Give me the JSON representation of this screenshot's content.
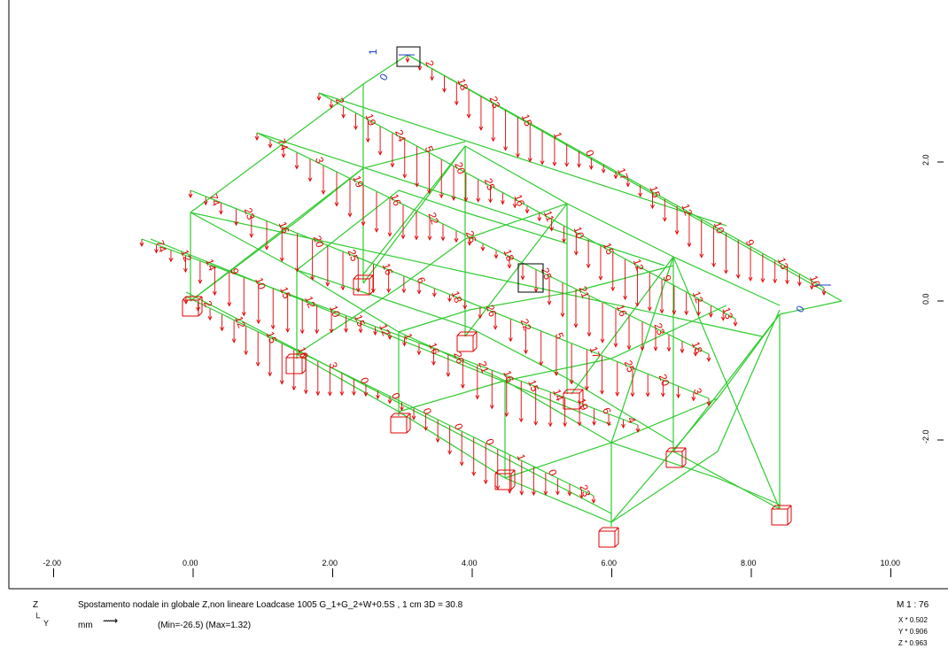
{
  "x_axis": {
    "ticks": [
      {
        "label": "-2.00",
        "value": -2
      },
      {
        "label": "0.00",
        "value": 0
      },
      {
        "label": "2.00",
        "value": 2
      },
      {
        "label": "4.00",
        "value": 4
      },
      {
        "label": "6.00",
        "value": 6
      },
      {
        "label": "8.00",
        "value": 8
      },
      {
        "label": "10.00",
        "value": 10
      }
    ]
  },
  "y_axis": {
    "ticks": [
      "2.0",
      "0.0",
      "-2.0"
    ]
  },
  "colors": {
    "frame": "#2ecc2e",
    "load": "#e00000",
    "support": "#e00000",
    "axes": "#000000",
    "selection": "#000000",
    "local_axis": "#1f3fd0"
  },
  "footer": {
    "axis_z": "Z",
    "axis_y": "Y",
    "description": "Spostamento nodale in globale Z,non lineare Loadcase 1005 G_1+G_2+W+0.5S   , 1 cm 3D = 30.8",
    "unit": "mm",
    "minmax": "(Min=-26.5) (Max=1.32)",
    "scale": "M 1 : 76",
    "view_x": "X * 0.502",
    "view_y": "Y * 0.906",
    "view_z": "Z * 0.963"
  },
  "local_axis_labels": [
    "1",
    "0",
    "0"
  ],
  "load_values": [
    [
      "2",
      "18",
      "23",
      "15",
      "1",
      "0",
      "17",
      "15",
      "12",
      "10",
      "9",
      "13",
      "10"
    ],
    [
      "2",
      "19",
      "24",
      "5",
      "20",
      "25",
      "16",
      "11",
      "10",
      "15",
      "12",
      "9",
      "12",
      "13"
    ],
    [
      "74",
      "3",
      "19",
      "16",
      "22",
      "26",
      "18",
      "25",
      "21",
      "16",
      "23",
      "18"
    ],
    [
      "74",
      "23",
      "16",
      "20",
      "25",
      "16",
      "6",
      "18",
      "26",
      "22",
      "5",
      "17",
      "25",
      "20",
      "3"
    ],
    [
      "74",
      "12",
      "14",
      "9",
      "10",
      "15",
      "12",
      "10",
      "15",
      "12",
      "1",
      "16",
      "26",
      "21",
      "16",
      "15",
      "14",
      "19",
      "6",
      "4"
    ],
    [
      "2",
      "12",
      "15",
      "10",
      "3",
      "0",
      "0",
      "0",
      "0",
      "0",
      "1",
      "0",
      "23"
    ]
  ]
}
